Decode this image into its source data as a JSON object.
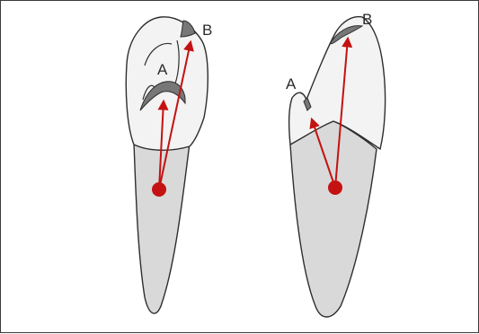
{
  "figure": {
    "left_tooth": {
      "label_a": "A",
      "label_b": "B"
    },
    "right_tooth": {
      "label_a": "A",
      "label_b": "B"
    }
  },
  "colors": {
    "outline": "#2e2e2e",
    "crown_fill": "#f3f3f3",
    "root_fill": "#d9d9d9",
    "defect_fill": "#777777",
    "vector": "#c41212"
  }
}
